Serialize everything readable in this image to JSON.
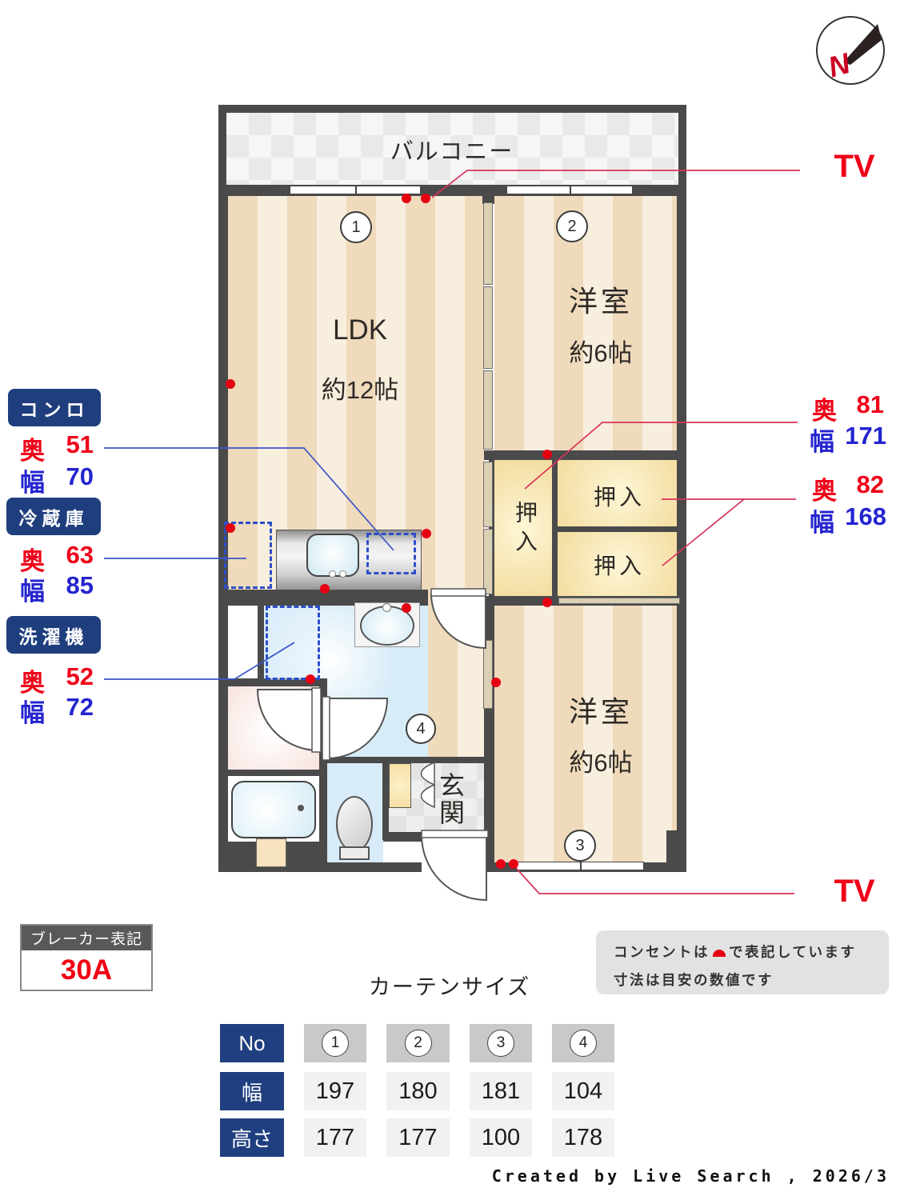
{
  "compass": {
    "letter": "N"
  },
  "plan": {
    "balcony": "バルコニー",
    "ldk": {
      "no": "1",
      "name": "LDK",
      "size": "約12帖"
    },
    "bedroom2": {
      "no": "2",
      "name": "洋室",
      "size": "約6帖"
    },
    "bedroom3": {
      "no": "3",
      "name": "洋室",
      "size": "約6帖"
    },
    "unit4_no": "4",
    "closet_left": "押入",
    "closet_top": "押入",
    "closet_bottom": "押入",
    "entrance": "玄関",
    "tv_top": "TV",
    "tv_bottom": "TV"
  },
  "left_annotations": [
    {
      "badge": "コンロ",
      "d_label": "奥",
      "d": "51",
      "w_label": "幅",
      "w": "70"
    },
    {
      "badge": "冷蔵庫",
      "d_label": "奥",
      "d": "63",
      "w_label": "幅",
      "w": "85"
    },
    {
      "badge": "洗濯機",
      "d_label": "奥",
      "d": "52",
      "w_label": "幅",
      "w": "72"
    }
  ],
  "right_annotations": [
    {
      "d_label": "奥",
      "d": "81",
      "w_label": "幅",
      "w": "171"
    },
    {
      "d_label": "奥",
      "d": "82",
      "w_label": "幅",
      "w": "168"
    }
  ],
  "breaker": {
    "title": "ブレーカー表記",
    "value": "30A"
  },
  "note": {
    "line1_before": "コンセントは",
    "line1_after": "で表記しています",
    "line2": "寸法は目安の数値です"
  },
  "curtain": {
    "title": "カーテンサイズ",
    "row_no_label": "No",
    "row_width_label": "幅",
    "row_height_label": "高さ",
    "units": [
      "1",
      "2",
      "3",
      "4"
    ],
    "widths": [
      "197",
      "180",
      "181",
      "104"
    ],
    "heights": [
      "177",
      "177",
      "100",
      "178"
    ]
  },
  "footer": "Created by Live Search , 2026/3",
  "colors": {
    "red": "#e60012",
    "blue": "#2424d0",
    "navy": "#1e3e7e",
    "wall": "#4a4a4a"
  }
}
